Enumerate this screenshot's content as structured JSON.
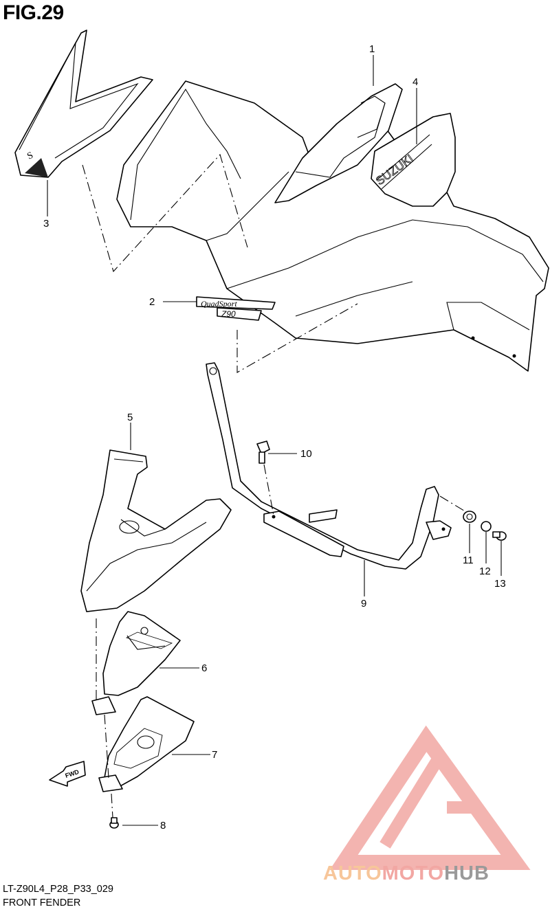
{
  "figure": {
    "title": "FIG.29"
  },
  "callouts": [
    "1",
    "2",
    "3",
    "4",
    "5",
    "6",
    "7",
    "8",
    "9",
    "10",
    "11",
    "12",
    "13"
  ],
  "decals": {
    "brand_text": "SUZUKI",
    "model_text": "Z90"
  },
  "fwd_label": "FWD",
  "footer": {
    "code": "LT-Z90L4_P28_P33_029",
    "caption": "FRONT FENDER"
  },
  "watermark": {
    "part1": "AUTO",
    "part2": "MOTO",
    "part3": "HUB"
  },
  "colors": {
    "logo_red": "#f2a7a3",
    "logo_orange": "#f7c69a",
    "logo_gray": "#9a9a9a"
  }
}
